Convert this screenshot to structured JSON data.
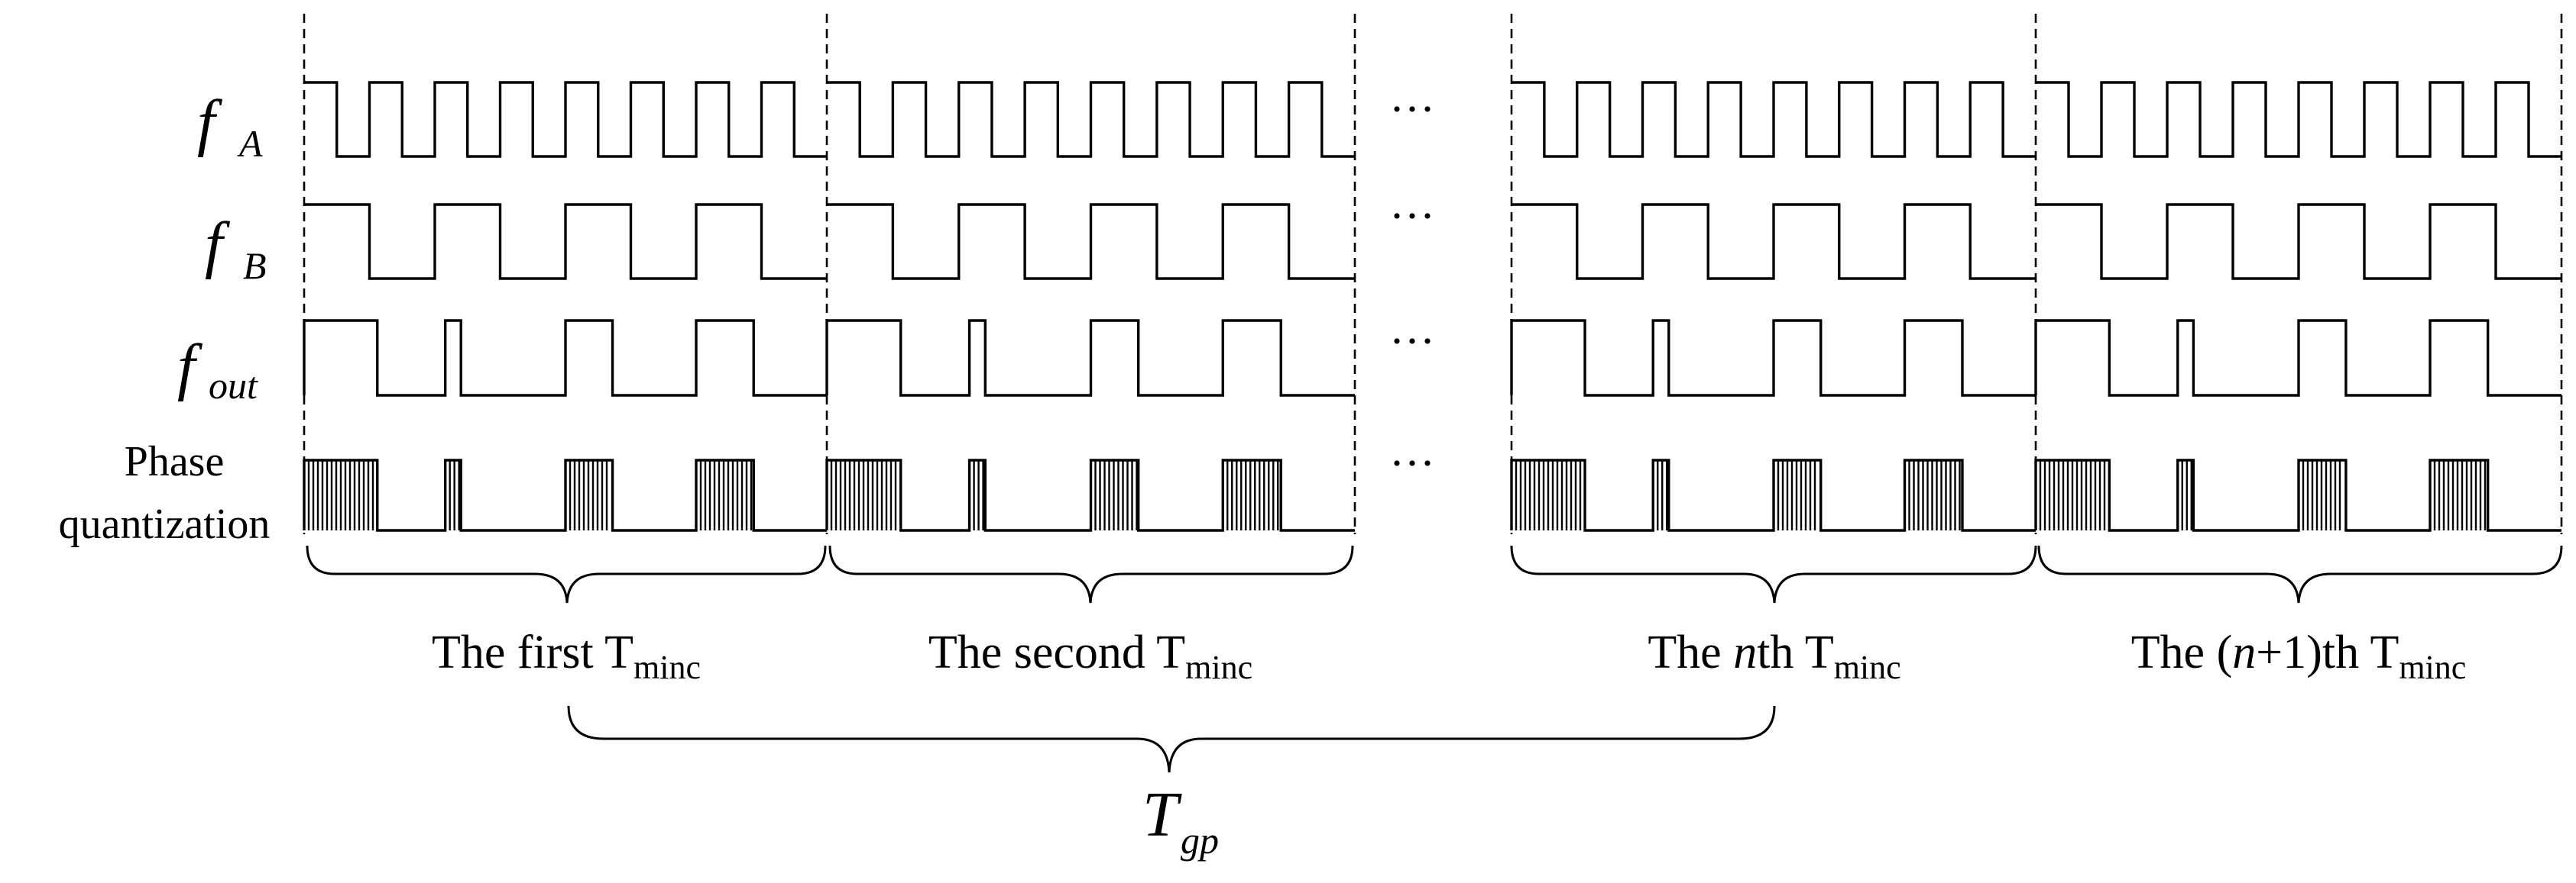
{
  "signals": {
    "fA": {
      "symbol": "f",
      "subscript": "A"
    },
    "fB": {
      "symbol": "f",
      "subscript": "B"
    },
    "fout": {
      "symbol": "f",
      "subscript": "out"
    },
    "phase_quantization": {
      "line1": "Phase",
      "line2": "quantization"
    }
  },
  "ellipsis": "···",
  "intervals": [
    {
      "prefix": "The first ",
      "italic": "",
      "suffix": "",
      "T": "T",
      "sub": "minc"
    },
    {
      "prefix": "The second ",
      "italic": "",
      "suffix": "",
      "T": "T",
      "sub": "minc"
    },
    {
      "prefix": "The ",
      "italic": "n",
      "suffix": "th ",
      "T": "T",
      "sub": "minc"
    },
    {
      "prefix": "The (",
      "italic": "n",
      "suffix": "+1)th ",
      "T": "T",
      "sub": "minc"
    }
  ],
  "total": {
    "symbol": "T",
    "subscript": "gp"
  },
  "waveforms": {
    "fA_pulses_per_interval": 8,
    "fB_pulses_per_interval": 4,
    "fout_beat_pattern": [
      {
        "start": 0.0,
        "end": 0.14
      },
      {
        "start": 0.27,
        "end": 0.3
      },
      {
        "start": 0.5,
        "end": 0.59
      },
      {
        "start": 0.75,
        "end": 0.86
      }
    ]
  }
}
